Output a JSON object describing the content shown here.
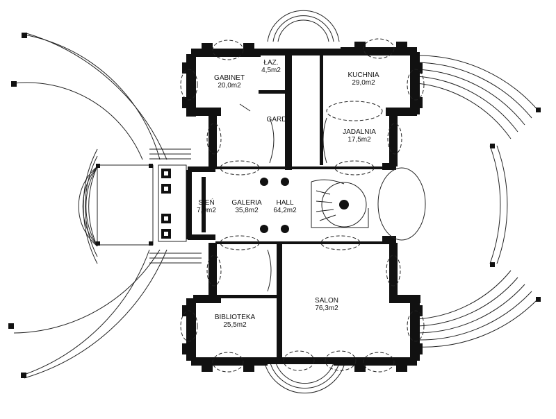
{
  "rooms": [
    {
      "id": "gabinet",
      "name": "GABINET",
      "area": "20,0m2"
    },
    {
      "id": "laz",
      "name": "ŁAZ.",
      "area": "4,5m2"
    },
    {
      "id": "kuchnia",
      "name": "KUCHNIA",
      "area": "29,0m2"
    },
    {
      "id": "gard",
      "name": "GARD",
      "area": ""
    },
    {
      "id": "jadalnia",
      "name": "JADALNIA",
      "area": "17,5m2"
    },
    {
      "id": "sien",
      "name": "SIEŃ",
      "area": "7,0m2"
    },
    {
      "id": "galeria",
      "name": "GALERIA",
      "area": "35,8m2"
    },
    {
      "id": "hall",
      "name": "HALL",
      "area": "64,2m2"
    },
    {
      "id": "salon",
      "name": "SALON",
      "area": "76,3m2"
    },
    {
      "id": "biblioteka",
      "name": "BIBLIOTEKA",
      "area": "25,5m2"
    }
  ]
}
